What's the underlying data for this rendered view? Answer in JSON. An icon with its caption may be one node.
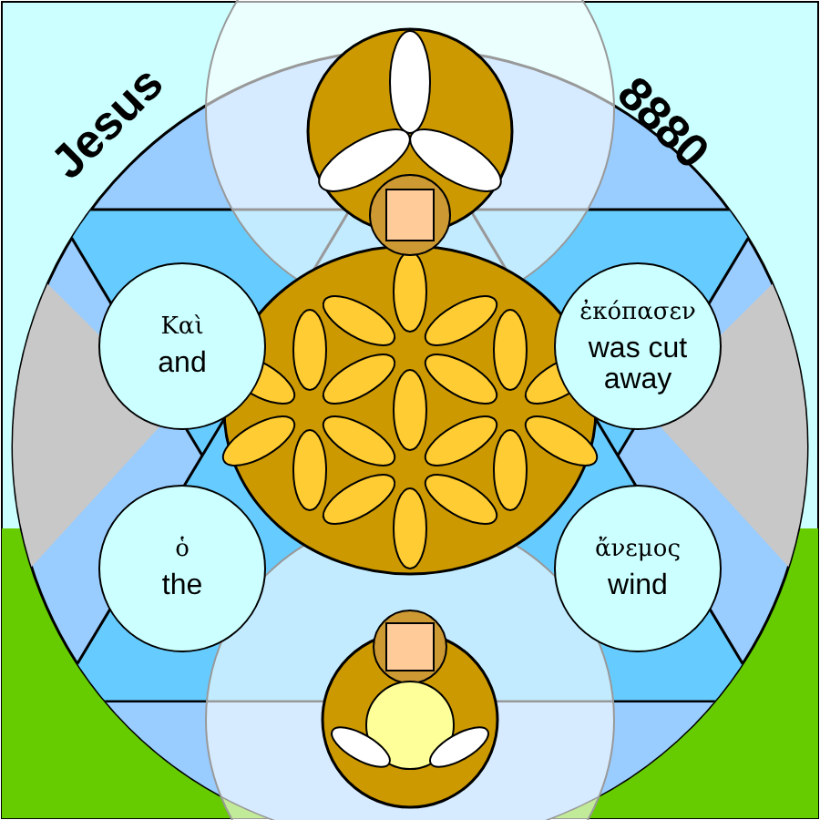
{
  "diagram": {
    "nodes": [
      {
        "text": [
          "Καὶ",
          "and"
        ]
      },
      {
        "text": [
          "ἐκόπασεν",
          "was cut away"
        ]
      },
      {
        "text": [
          "ὁ",
          "the"
        ]
      },
      {
        "text": [
          "ἄνεμος",
          "wind"
        ]
      }
    ],
    "labels": [
      "Jesus",
      "8880"
    ]
  }
}
